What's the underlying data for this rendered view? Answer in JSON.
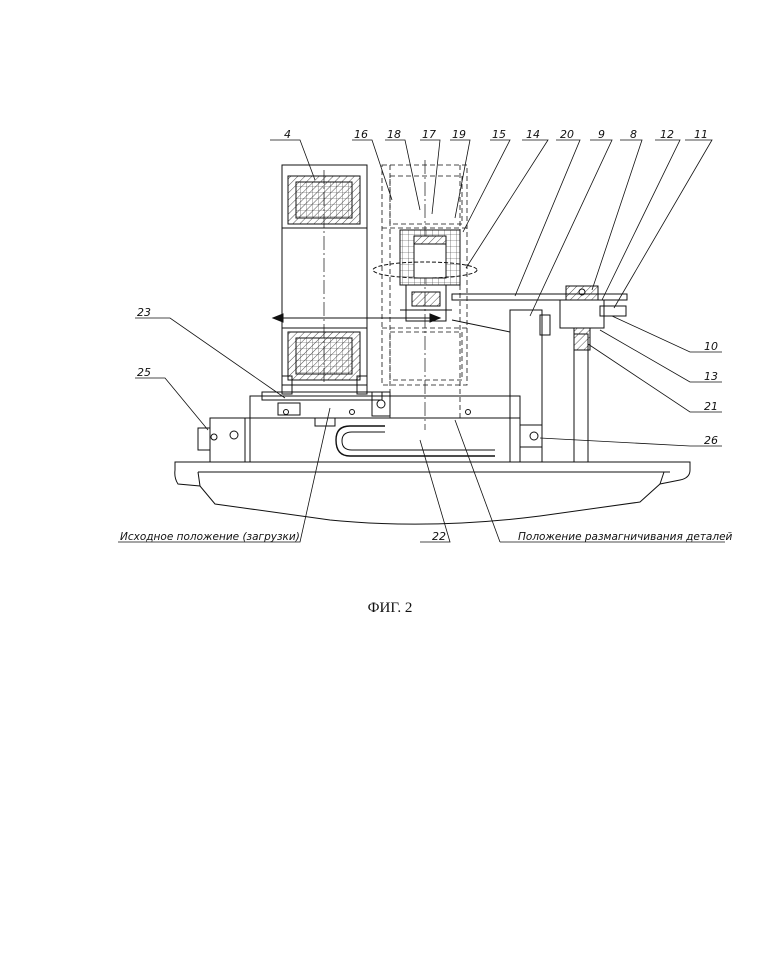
{
  "labels": {
    "l4": "4",
    "l16": "16",
    "l18": "18",
    "l17": "17",
    "l19": "19",
    "l15": "15",
    "l14": "14",
    "l20": "20",
    "l9": "9",
    "l8": "8",
    "l12": "12",
    "l11": "11",
    "l23": "23",
    "l25": "25",
    "l10": "10",
    "l13": "13",
    "l21": "21",
    "l26": "26",
    "l22": "22"
  },
  "captions": {
    "initial_position": "Исходное положение (загрузки)",
    "demagnetization_position": "Положение размагничивания деталей"
  },
  "figure_caption": "ФИГ. 2"
}
